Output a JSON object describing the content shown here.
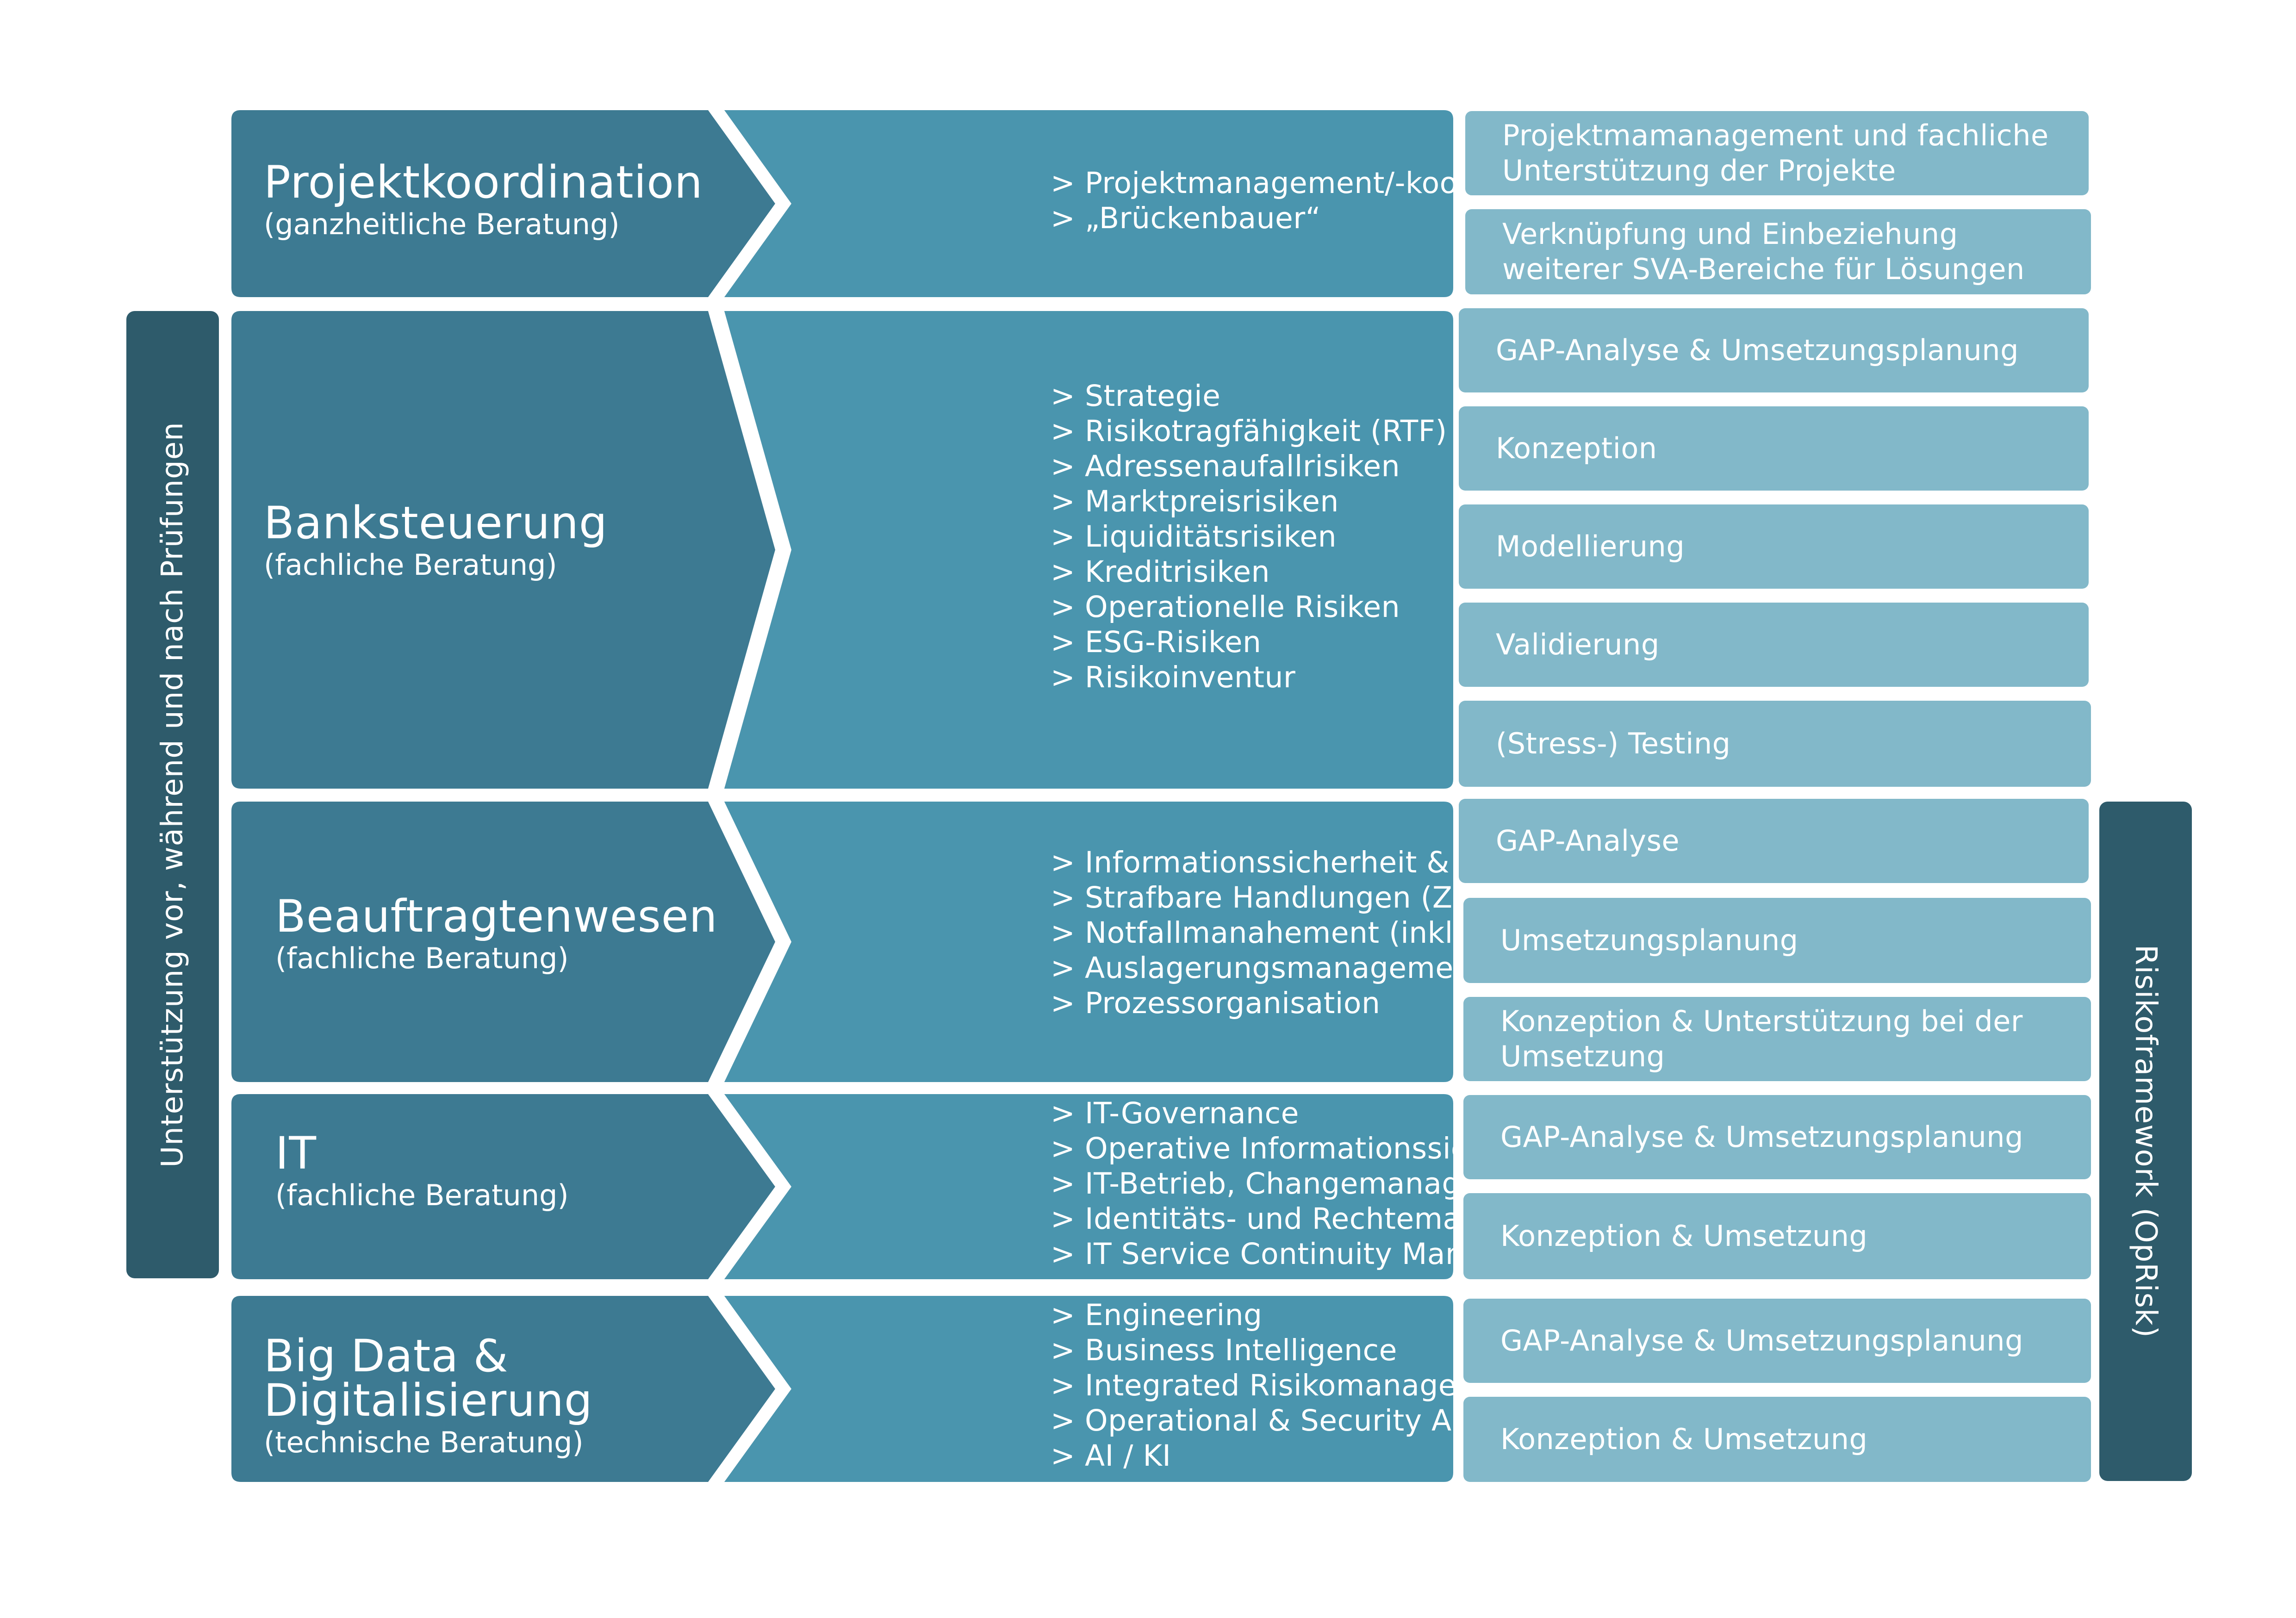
{
  "colors": {
    "dark_bar": "#2e5b6b",
    "header_arrow": "#3d7a92",
    "content_area": "#4a95ae",
    "result_box": "#82b8c9",
    "text": "#ffffff"
  },
  "left_bar": {
    "label": "Unterstützung vor, während und nach Prüfungen"
  },
  "right_bar": {
    "label": "Risikoframework (OpRisk)"
  },
  "rows": [
    {
      "title": "Projektkoordination",
      "subtitle": "(ganzheitliche Beratung)",
      "bullet_glyph": ">",
      "items": [
        "Projektmanagement/-koordination",
        "„Brückenbauer“"
      ],
      "results": [
        "Projektmamanagement und fachliche\nUnterstützung der Projekte",
        "Verknüpfung und Einbeziehung\nweiterer SVA-Bereiche für Lösungen"
      ]
    },
    {
      "title": "Banksteuerung",
      "subtitle": "(fachliche Beratung)",
      "bullet_glyph": ">",
      "items": [
        "Strategie",
        "Risikotragfähigkeit (RTF)",
        "Adressenaufallrisiken",
        "Marktpreisrisiken",
        "Liquiditätsrisiken",
        "Kreditrisiken",
        "Operationelle Risiken",
        "ESG-Risiken",
        "Risikoinventur"
      ],
      "results": [
        "GAP-Analyse & Umsetzungsplanung",
        "Konzeption",
        "Modellierung",
        "Validierung",
        "(Stress-) Testing"
      ]
    },
    {
      "title": "Beauftragtenwesen",
      "subtitle": "(fachliche Beratung)",
      "bullet_glyph": ">",
      "items": [
        "Informationssicherheit & Datenschutz",
        "Strafbare Handlungen (Zentrale Stelle)",
        "Notfallmanahement (inkl. IT-Notfallm.)",
        "Auslagerungsmanagement",
        "Prozessorganisation"
      ],
      "results": [
        "GAP-Analyse",
        "Umsetzungsplanung",
        "Konzeption & Unterstützung bei der\nUmsetzung"
      ]
    },
    {
      "title": "IT",
      "subtitle": "(fachliche Beratung)",
      "bullet_glyph": ">",
      "items": [
        "IT-Governance",
        "Operative Informationssicherheit",
        "IT-Betrieb, Changemanagement",
        "Identitäts- und Rechtemanagement",
        "IT Service Continuity Management"
      ],
      "results": [
        "GAP-Analyse & Umsetzungsplanung",
        "Konzeption & Umsetzung"
      ]
    },
    {
      "title": "Big Data &\nDigitalisierung",
      "subtitle": "(technische Beratung)",
      "bullet_glyph": ">",
      "items": [
        "Engineering",
        "Business Intelligence",
        "Integrated Risikomanagement & GRC",
        "Operational & Security Analytics",
        "AI / KI"
      ],
      "results": [
        "GAP-Analyse & Umsetzungsplanung",
        "Konzeption & Umsetzung"
      ]
    }
  ]
}
